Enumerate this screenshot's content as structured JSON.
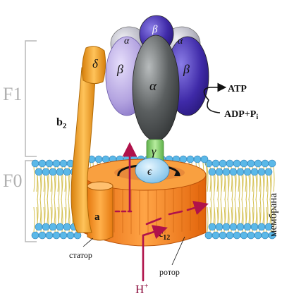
{
  "labels": {
    "f1": "F1",
    "f0": "F0",
    "b2_base": "b",
    "b2_sub": "2",
    "delta": "δ",
    "alpha": "α",
    "beta": "β",
    "gamma": "γ",
    "epsilon": "ϵ",
    "a": "a",
    "c12_base": "c",
    "c12_sub": "12",
    "atp": "ATP",
    "adp_pi_base": "ADP+P",
    "adp_pi_sub": "i",
    "h_base": "H",
    "h_sup": "+",
    "stator": "статор",
    "rotor": "ротор",
    "membrane": "мембрана"
  },
  "colors": {
    "alpha_light": "#b8b8c4",
    "alpha_dark": "#5b5f60",
    "beta_light": "#b3a3e0",
    "beta_dark": "#3f2aa8",
    "gamma": "#8fd17a",
    "epsilon": "#9fd3f0",
    "stator_orange": "#f1a12c",
    "rotor_orange": "#f7821a",
    "proton_path": "#b0124a",
    "lipid_head": "#5bb8e8",
    "bracket": "#b8b8b8"
  }
}
